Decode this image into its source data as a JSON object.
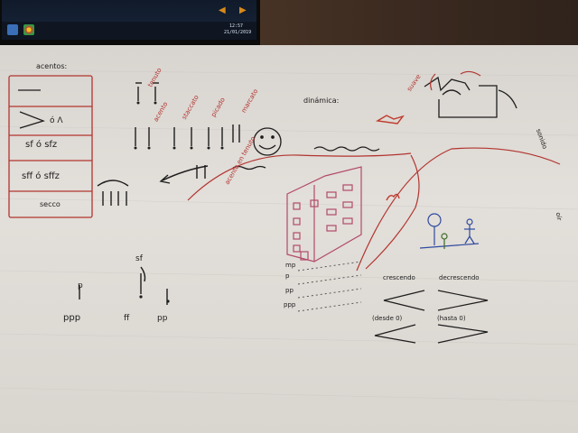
{
  "taskbar": {
    "time": "12:57",
    "date": "21/01/2019"
  },
  "board": {
    "left_table": {
      "title": "acentos:",
      "rows": [
        "sf  ó  sfz",
        "sff  ó  sffz",
        "secco"
      ],
      "accent_alt": "ó Λ"
    },
    "dynamics_title": "dinámica:",
    "building_labels": [
      "mp",
      "p",
      "pp",
      "ppp"
    ],
    "bottom_left": [
      "p",
      "ppp",
      "sf",
      "ff",
      "pp"
    ],
    "hairpins": {
      "crescendo": "crescendo",
      "decrescendo": "decrescendo",
      "desde": "(desde 0)",
      "hasta": "(hasta 0)"
    },
    "margin_words": [
      "suave",
      "sonido",
      "oír"
    ],
    "red_notes": [
      "tenuto",
      "acento",
      "staccato",
      "picado",
      "acento en tenuto",
      "marcato"
    ]
  }
}
